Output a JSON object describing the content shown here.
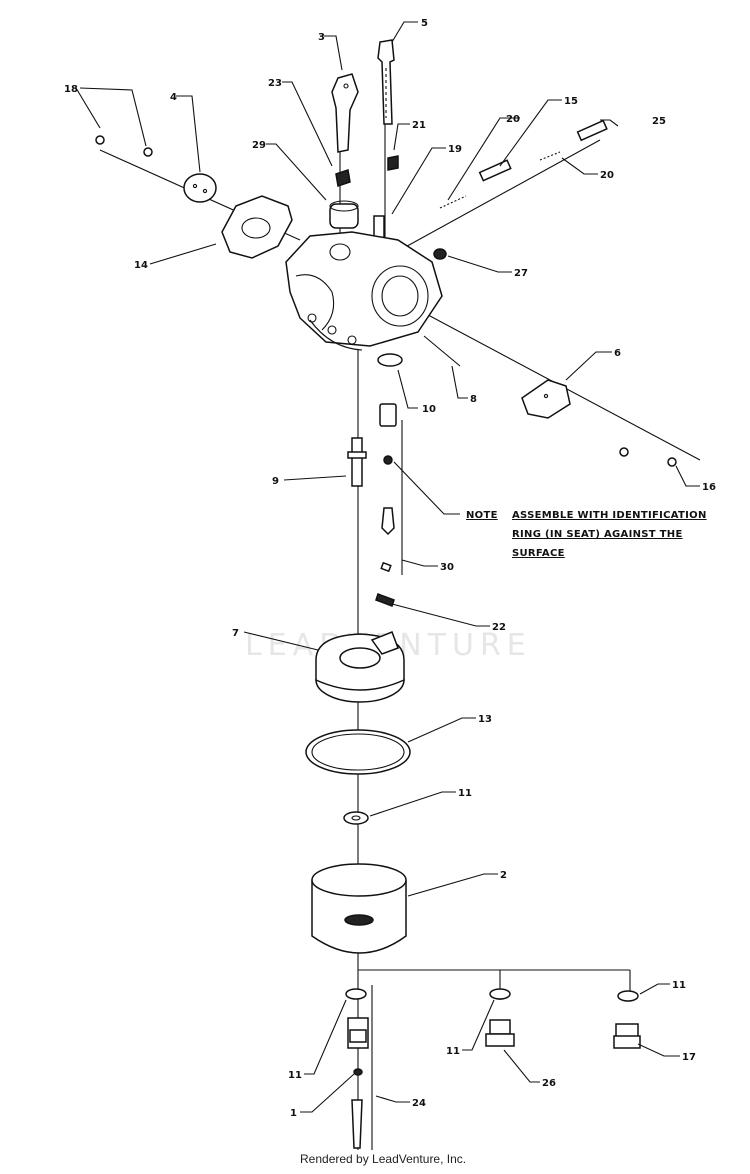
{
  "callouts": {
    "c1": "1",
    "c2": "2",
    "c3": "3",
    "c4": "4",
    "c5": "5",
    "c6": "6",
    "c7": "7",
    "c8": "8",
    "c9": "9",
    "c10": "10",
    "c11a": "11",
    "c11b": "11",
    "c11c": "11",
    "c11d": "11",
    "c13": "13",
    "c14": "14",
    "c15": "15",
    "c16": "16",
    "c17": "17",
    "c18": "18",
    "c19": "19",
    "c20a": "20",
    "c20b": "20",
    "c21": "21",
    "c22": "22",
    "c23": "23",
    "c24": "24",
    "c25": "25",
    "c26": "26",
    "c27": "27",
    "c29": "29",
    "c30": "30"
  },
  "note": {
    "label": "NOTE",
    "line1": "ASSEMBLE WITH IDENTIFICATION",
    "line2": "RING (IN SEAT) AGAINST THE",
    "line3": "SURFACE"
  },
  "watermark": "LEADVENTURE",
  "footer": "Rendered by LeadVenture, Inc."
}
